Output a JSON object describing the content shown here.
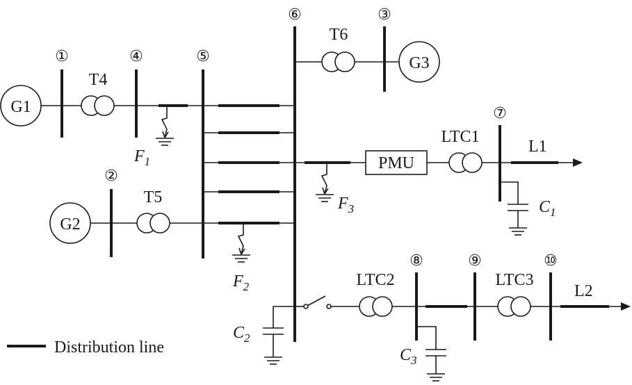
{
  "bus_labels": {
    "b1": "①",
    "b2": "②",
    "b3": "③",
    "b4": "④",
    "b5": "⑤",
    "b6": "⑥",
    "b7": "⑦",
    "b8": "⑧",
    "b9": "⑨",
    "b10": "⑩"
  },
  "generators": {
    "g1": "G1",
    "g2": "G2",
    "g3": "G3"
  },
  "transformers": {
    "t4": "T4",
    "t5": "T5",
    "t6": "T6",
    "ltc1": "LTC1",
    "ltc2": "LTC2",
    "ltc3": "LTC3"
  },
  "pmu": "PMU",
  "loads": {
    "l1": "L1",
    "l2": "L2"
  },
  "faults": {
    "f1": {
      "main": "F",
      "sub": "1"
    },
    "f2": {
      "main": "F",
      "sub": "2"
    },
    "f3": {
      "main": "F",
      "sub": "3"
    }
  },
  "capacitors": {
    "c1": {
      "main": "C",
      "sub": "1"
    },
    "c2": {
      "main": "C",
      "sub": "2"
    },
    "c3": {
      "main": "C",
      "sub": "3"
    }
  },
  "legend": {
    "label": "Distribution line"
  }
}
